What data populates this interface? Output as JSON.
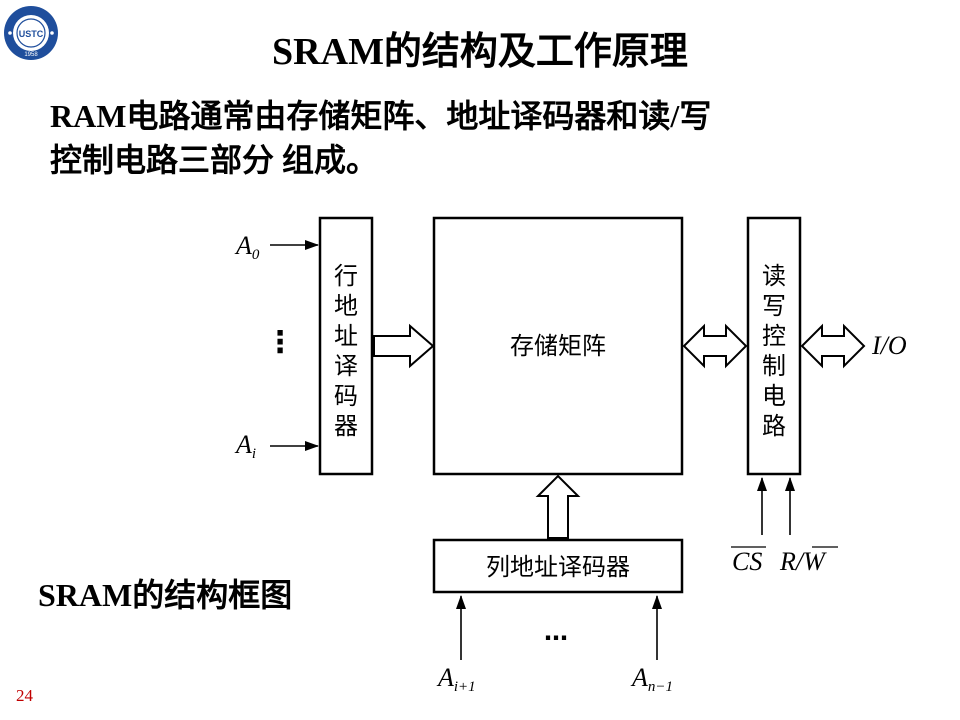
{
  "slide": {
    "title": "SRAM的结构及工作原理",
    "intro_line1": "RAM电路通常由存储矩阵、地址译码器和读/写",
    "intro_line2": "控制电路三部分  组成。",
    "caption": "SRAM的结构框图",
    "page_number": "24"
  },
  "logo": {
    "icon": "university-seal-icon",
    "text": "USTC",
    "year": "1958",
    "color": "#1f4e9c"
  },
  "diagram": {
    "row_decoder": [
      "行",
      "地",
      "址",
      "译",
      "码",
      "器"
    ],
    "memory_array": "存储矩阵",
    "rw_control": [
      "读",
      "写",
      "控",
      "制",
      "电",
      "路"
    ],
    "column_decoder": "列地址译码器",
    "signals": {
      "a0": "A",
      "a0_sub": "0",
      "ai": "A",
      "ai_sub": "i",
      "ai1": "A",
      "ai1_sub": "i+1",
      "an1": "A",
      "an1_sub": "n−1",
      "io": "I/O",
      "cs": "CS",
      "rw_r": "R/",
      "rw_w": "W"
    },
    "vertical_dots": "⋮",
    "horizontal_dots": "…"
  }
}
